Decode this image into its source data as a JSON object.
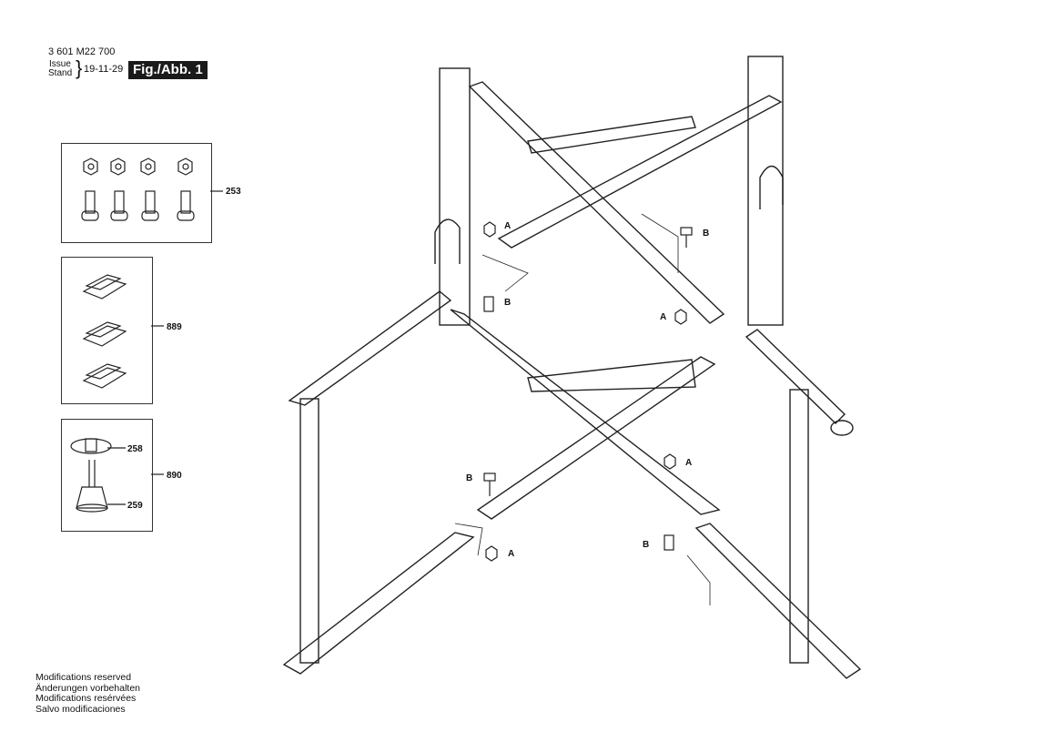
{
  "header": {
    "part_number": "3 601 M22 700",
    "issue_label": "Issue",
    "stand_label": "Stand",
    "date": "19-11-29",
    "figure": "Fig./Abb. 1"
  },
  "parts": [
    {
      "id": "253"
    },
    {
      "id": "889"
    },
    {
      "id": "890"
    },
    {
      "id": "258"
    },
    {
      "id": "259"
    }
  ],
  "callouts": {
    "a": "A",
    "b": "B"
  },
  "footer": [
    "Modifications reserved",
    "Änderungen vorbehalten",
    "Modifications resérvées",
    "Salvo modificaciones"
  ]
}
